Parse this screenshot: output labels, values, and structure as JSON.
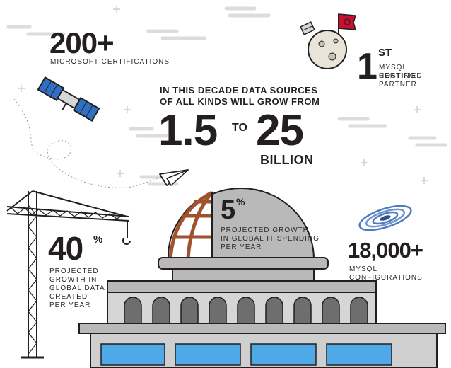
{
  "stats": {
    "certifications": {
      "value": "200+",
      "label": "MICROSOFT CERTIFICATIONS"
    },
    "mysql_partner": {
      "rank": "1",
      "suffix": "ST",
      "line1": "MYSQL CERTIFIED",
      "line2": "HOSTING PARTNER"
    },
    "growth": {
      "headline1": "IN THIS DECADE DATA SOURCES",
      "headline2": "OF ALL KINDS WILL GROW FROM",
      "from": "1.5",
      "to_word": "TO",
      "to": "25",
      "unit": "BILLION"
    },
    "it_spending": {
      "value": "5",
      "unit": "%",
      "line1": "PROJECTED GROWTH",
      "line2": "IN GLOBAL IT SPENDING",
      "line3": "PER YEAR"
    },
    "global_data": {
      "value": "40",
      "unit": "%",
      "line1": "PROJECTED",
      "line2": "GROWTH IN",
      "line3": "GLOBAL DATA",
      "line4": "CREATED",
      "line5": "PER YEAR"
    },
    "mysql_configs": {
      "value": "18,000+",
      "label": "MYSQL CONFIGURATIONS"
    }
  },
  "colors": {
    "ink": "#231f20",
    "building": "#b9b9b9",
    "building_dark": "#6e6e6e",
    "window": "#5b5b5b",
    "glass": "#4ea9e6",
    "rib": "#a0522d",
    "satellite": "#2f6fc4",
    "flag": "#c8102e",
    "galaxy": "#4f7cc0",
    "doodle": "#d9d9d9"
  },
  "icons": [
    "satellite-icon",
    "moon-icon",
    "flag-icon",
    "paper-plane-icon",
    "crane-icon",
    "galaxy-icon",
    "observatory-icon"
  ]
}
